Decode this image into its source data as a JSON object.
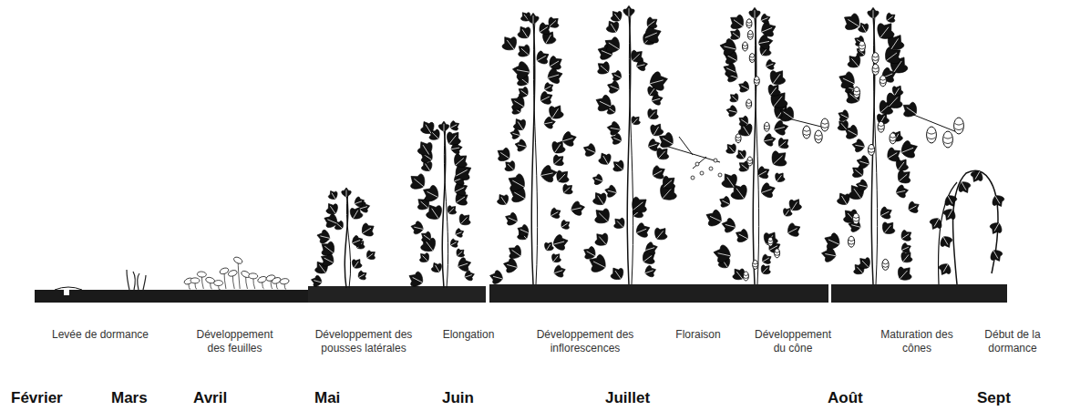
{
  "diagram": {
    "labels": [
      "Levée de dormance",
      "Développement des feuilles",
      "Développement des pousses latérales",
      "Elongation",
      "Développement des inflorescences",
      "Floraison",
      "Développement du cône",
      "Maturation des cônes",
      "Début de la dormance",
      "Février",
      "Mars",
      "Avril",
      "Mai",
      "Juin",
      "Juillet",
      "Août",
      "Sept"
    ]
  }
}
